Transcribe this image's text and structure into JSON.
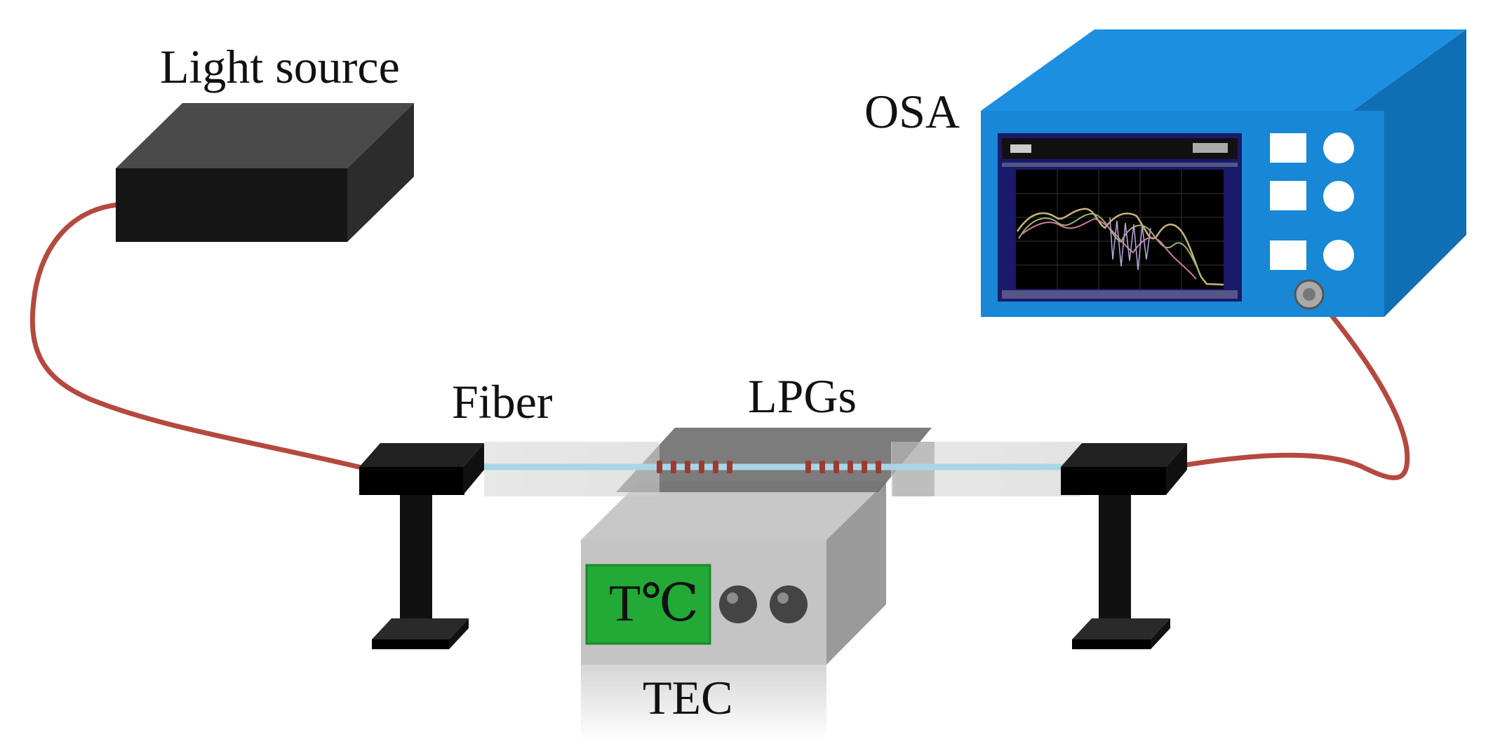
{
  "labels": {
    "light_source": "Light source",
    "osa": "OSA",
    "fiber": "Fiber",
    "lpgs": "LPGs",
    "tec": "TEC",
    "tec_display": "T℃"
  },
  "colors": {
    "cable": "#b5493f",
    "fiber_core": "#a9d6e6",
    "osa_body": "#1787d6",
    "osa_body_dark": "#0f6fb5",
    "tec_display": "#23a935",
    "grating_marks": "#9c3b32",
    "light_source_box": "#161616"
  },
  "icons": {
    "light_source": "black-box-icon",
    "osa": "spectrum-analyzer-icon",
    "tec": "thermoelectric-cooler-icon",
    "fiber_holder": "pedestal-clamp-icon"
  }
}
